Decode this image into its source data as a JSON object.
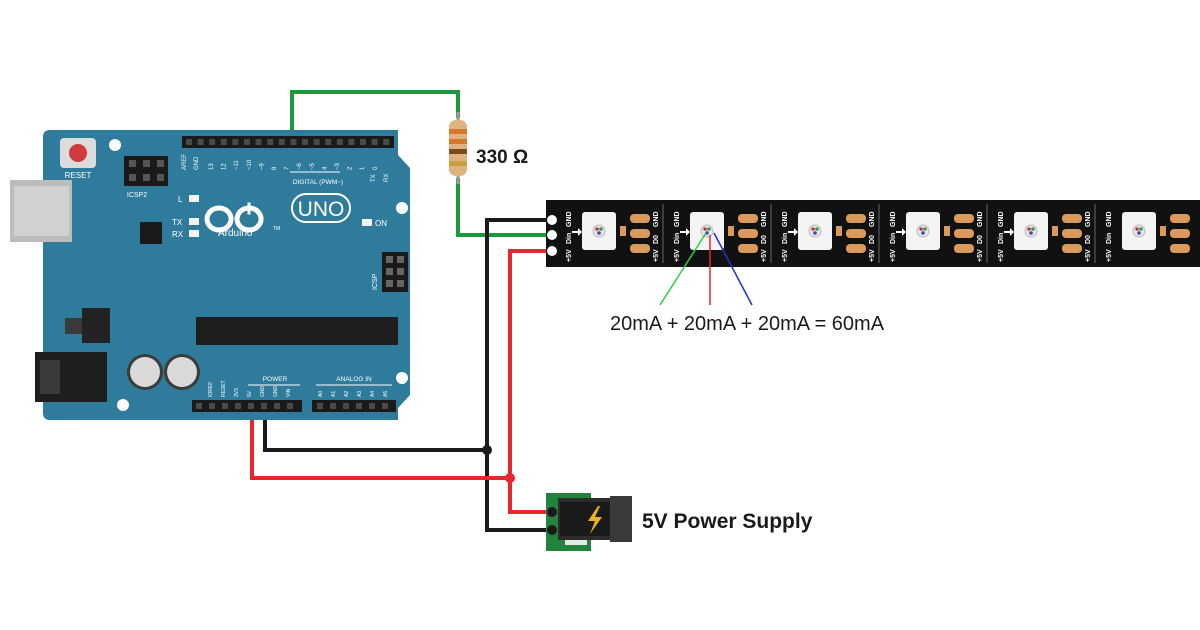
{
  "arduino": {
    "reset": "RESET",
    "icsp2": "ICSP2",
    "icsp": "ICSP",
    "aref": "AREF",
    "gnd": "GND",
    "digital": "DIGITAL (PWM~)",
    "led_l": "L",
    "tx": "TX",
    "rx": "RX",
    "on": "ON",
    "brand": "Arduino",
    "tm": "TM",
    "model": "UNO",
    "power": "POWER",
    "analog_in": "ANALOG IN",
    "tx_pin": "TX",
    "rx_pin": "RX",
    "digital_pins": [
      "13",
      "12",
      "~11",
      "~10",
      "~9",
      "8",
      "7",
      "~6",
      "~5",
      "4",
      "~3",
      "2",
      "1",
      "0"
    ],
    "power_pins": [
      "IOREF",
      "RESET",
      "3V3",
      "5V",
      "GND",
      "GND",
      "VIN"
    ],
    "analog_pins": [
      "A0",
      "A1",
      "A2",
      "A3",
      "A4",
      "A5"
    ]
  },
  "resistor": {
    "label": "330 Ω"
  },
  "strip": {
    "pad_gnd": "GND",
    "pad_din": "Din",
    "pad_do": "D0",
    "pad_5v": "+5V"
  },
  "current": {
    "equation": "20mA + 20mA + 20mA = 60mA"
  },
  "supply": {
    "label": "5V Power Supply"
  },
  "colors": {
    "board": "#2f7b9b",
    "board_dark": "#256680",
    "wire_green": "#1a9a3c",
    "wire_red": "#e8262b",
    "wire_black": "#1a1a1a",
    "strip": "#111111",
    "pad": "#d99a5b"
  }
}
